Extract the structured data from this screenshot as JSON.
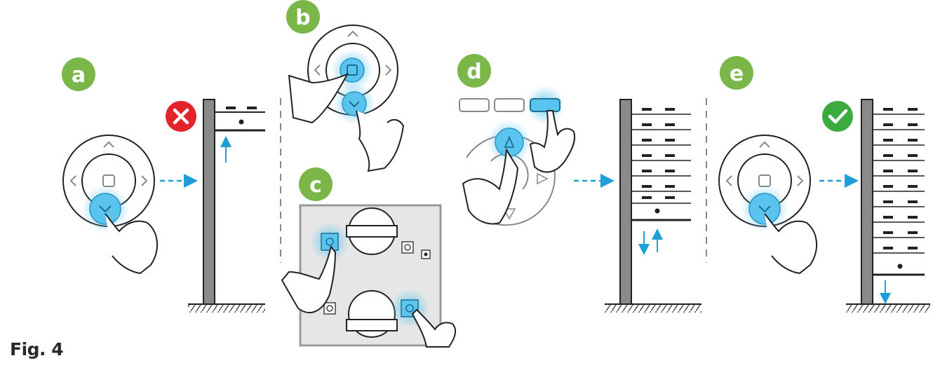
{
  "figure": {
    "caption": "Fig. 4",
    "steps": [
      {
        "letter": "a"
      },
      {
        "letter": "b"
      },
      {
        "letter": "c"
      },
      {
        "letter": "d"
      },
      {
        "letter": "e"
      }
    ],
    "colors": {
      "step_badge": "#7ab648",
      "error_badge": "#e3242b",
      "success_badge": "#3cab3f",
      "arrow": "#1e9fd8",
      "highlight": "#5bc4ee",
      "frame": "#8a8a8a",
      "line": "#1e1e1e"
    },
    "icons": {
      "error": "cross-icon",
      "success": "check-icon",
      "arrows": "chevron-icons",
      "hand": "pointing-hand-icon"
    }
  }
}
